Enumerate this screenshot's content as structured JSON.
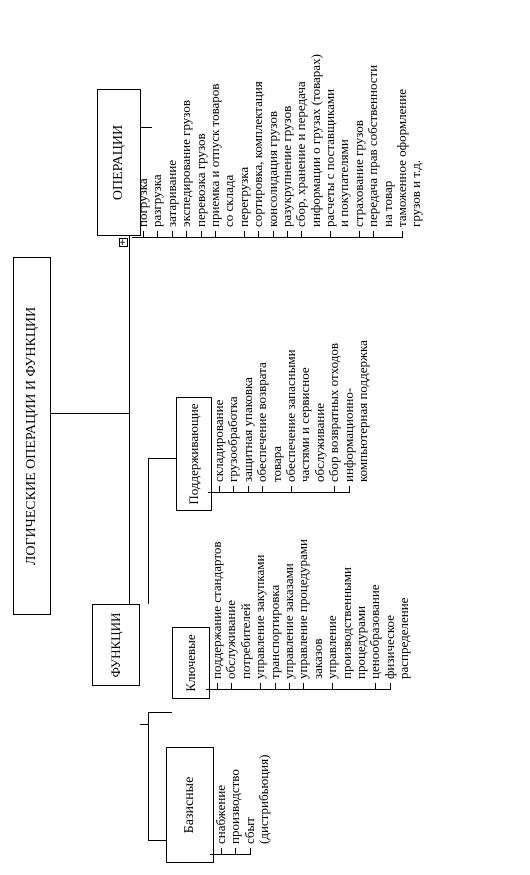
{
  "root": "ЛОГИЧЕСКИЕ ОПЕРАЦИИ И ФУНКЦИИ",
  "functions": {
    "label": "ФУНКЦИИ",
    "groups": [
      {
        "label": "Базисные",
        "items": [
          "снабжение",
          "производство",
          "сбыт",
          "(дистрибьюция)"
        ],
        "markers": [
          true,
          true,
          true,
          false
        ]
      },
      {
        "label": "Ключевые",
        "items": [
          "поддержание стандартов",
          "обслуживание",
          "потребителей",
          "управление закупками",
          "транспортировка",
          "управление заказами",
          "управление процедурами",
          "заказов",
          "управление",
          "производственными",
          "процедурами",
          "ценообразование",
          "физическое",
          "распределение"
        ],
        "markers": [
          true,
          true,
          false,
          true,
          true,
          true,
          true,
          false,
          true,
          false,
          false,
          true,
          true,
          false
        ]
      },
      {
        "label": "Поддерживающие",
        "items": [
          "складирование",
          "грузообработка",
          "защитная упаковка",
          "обеспечение возврата",
          "товара",
          "обеспечение запасными",
          "частями и сервисное",
          "обслуживание",
          "сбор возвратных отходов",
          "информационно-",
          "компьютерная поддержка"
        ],
        "markers": [
          true,
          true,
          true,
          true,
          false,
          true,
          false,
          false,
          true,
          true,
          false
        ]
      }
    ]
  },
  "operations": {
    "label": "ОПЕРАЦИИ",
    "expand_icon": "plus-box-icon",
    "expand_symbol": "+",
    "items": [
      "погрузка",
      "разгрузка",
      "затаривание",
      "экспедирование грузов",
      "перевозка грузов",
      "приемка и отпуск товаров",
      "со склада",
      "перегрузка",
      "сортировка, комплектация",
      "консолидация грузов",
      "разукрупнение грузов",
      "сбор, хранение и передача",
      "информации о грузах (товарах)",
      "расчеты с поставщиками",
      "и покупателями",
      "страхование грузов",
      "передача прав собственности",
      "на товар",
      "таможенное оформление",
      "грузов и т.д."
    ],
    "markers": [
      true,
      true,
      true,
      true,
      true,
      true,
      false,
      true,
      true,
      true,
      true,
      true,
      false,
      true,
      false,
      true,
      true,
      false,
      true,
      false
    ]
  }
}
